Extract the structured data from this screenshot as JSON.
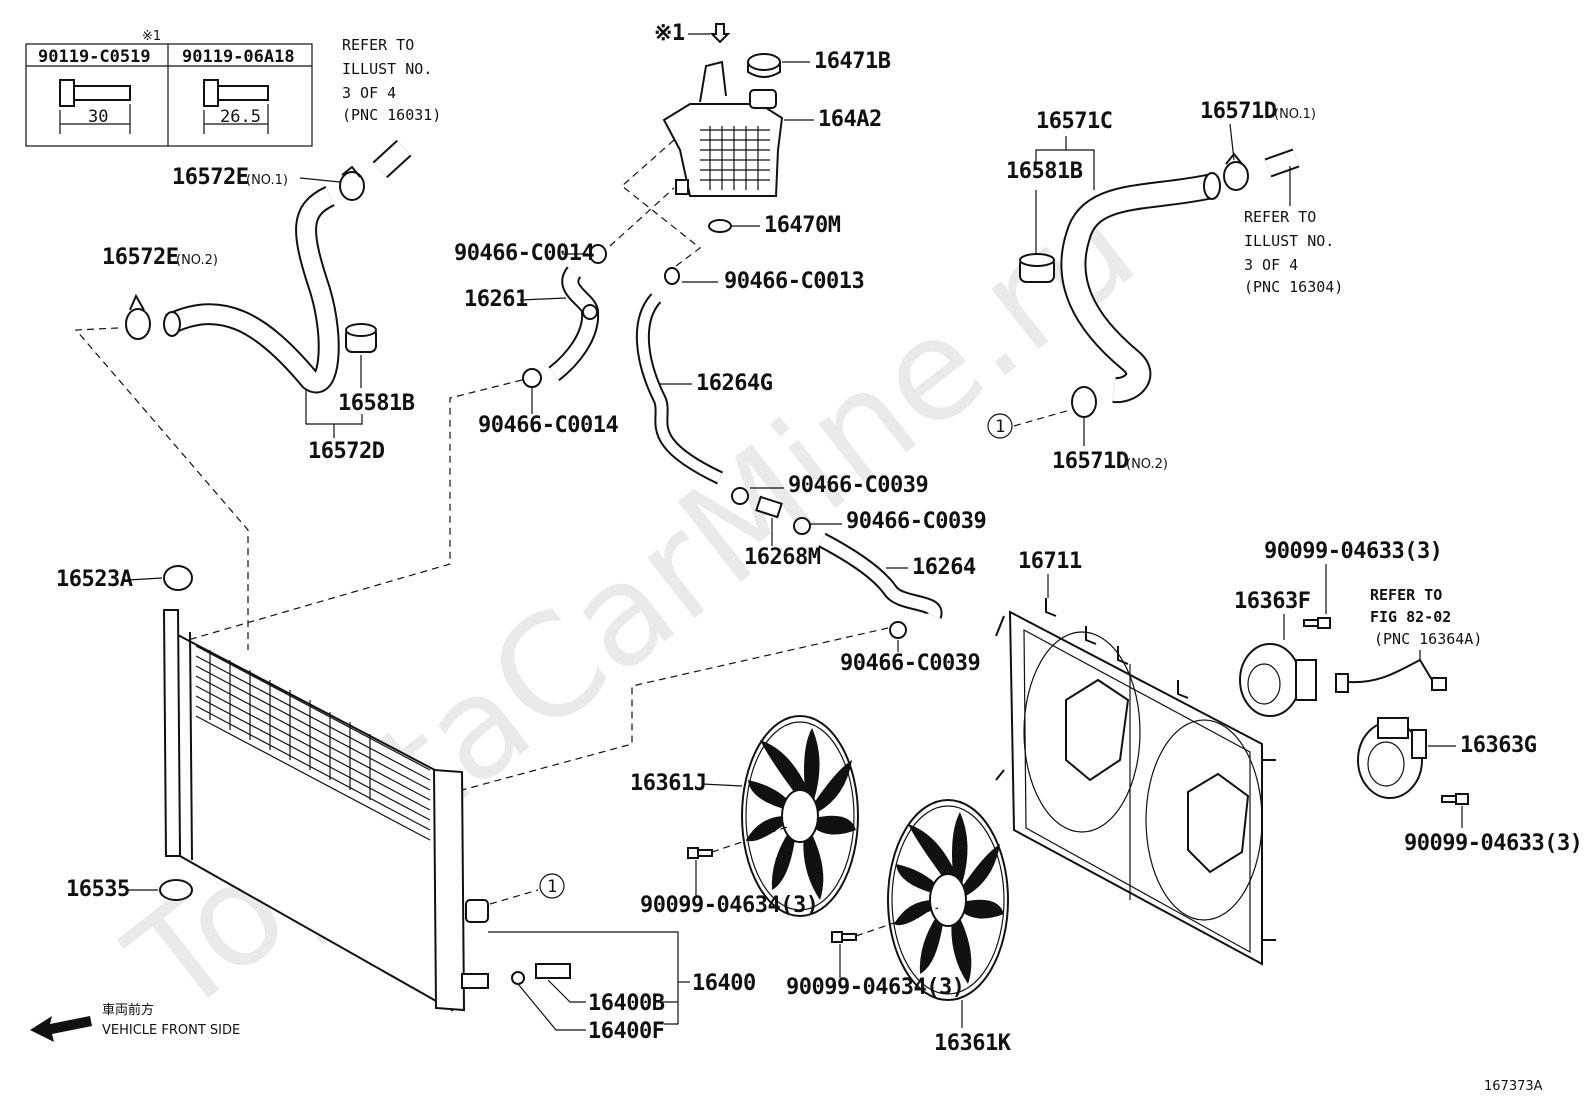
{
  "watermark": "ToyotaCarMine.ru",
  "figure_id": "167373A",
  "reference_table": {
    "marker": "※1",
    "columns": [
      {
        "part": "90119-C0519",
        "length": "30"
      },
      {
        "part": "90119-06A18",
        "length": "26.5"
      }
    ]
  },
  "notes": {
    "refer_16031": [
      "REFER TO",
      "ILLUST NO.",
      "3 OF 4",
      "(PNC 16031)"
    ],
    "refer_16304": [
      "REFER TO",
      "ILLUST NO.",
      "3 OF 4",
      "(PNC 16304)"
    ],
    "refer_16364a": [
      "REFER TO",
      "FIG 82-02",
      "(PNC 16364A)"
    ]
  },
  "orientation": {
    "jp": "車両前方",
    "en": "VEHICLE FRONT SIDE"
  },
  "callouts": {
    "c16572e1": {
      "num": "16572E",
      "sub": "(NO.1)"
    },
    "c16572e2": {
      "num": "16572E",
      "sub": "(NO.2)"
    },
    "c16581b_l": "16581B",
    "c16572d": "16572D",
    "c16523a": "16523A",
    "c16535": "16535",
    "star1": "※1",
    "c16471b": "16471B",
    "c164a2": "164A2",
    "c16470m": "16470M",
    "c90466_c0014_a": "90466-C0014",
    "c16261": "16261",
    "c90466_c0014_b": "90466-C0014",
    "c90466_c0013": "90466-C0013",
    "c16264g": "16264G",
    "c90466_c0039_a": "90466-C0039",
    "c90466_c0039_b": "90466-C0039",
    "c16268m": "16268M",
    "c16264": "16264",
    "c90466_c0039_c": "90466-C0039",
    "c16571c": "16571C",
    "c16581b_r": "16581B",
    "c16571d1": {
      "num": "16571D",
      "sub": "(NO.1)"
    },
    "c16571d2": {
      "num": "16571D",
      "sub": "(NO.2)"
    },
    "c16711": "16711",
    "c90099_04633_a": "90099-04633(3)",
    "c16363f": "16363F",
    "c16363g": "16363G",
    "c90099_04633_b": "90099-04633(3)",
    "c16361j": "16361J",
    "c16361k": "16361K",
    "c90099_04634_a": "90099-04634(3)",
    "c90099_04634_b": "90099-04634(3)",
    "c16400": "16400",
    "c16400b": "16400B",
    "c16400f": "16400F",
    "circle_ref": "1"
  }
}
